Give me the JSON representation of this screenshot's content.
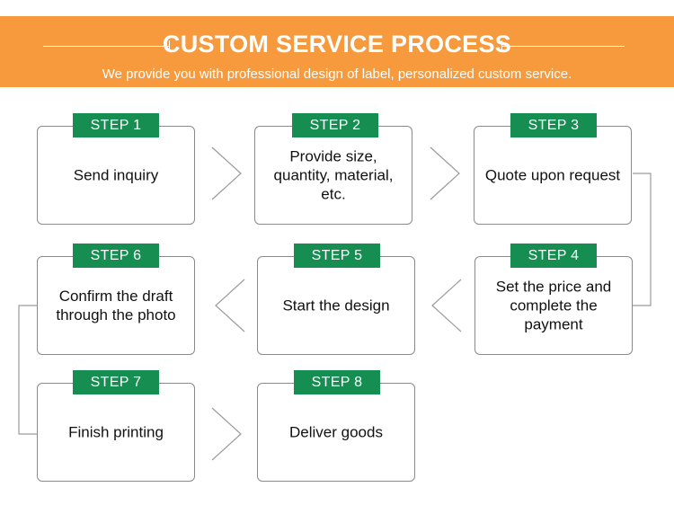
{
  "header": {
    "title": "CUSTOM SERVICE PROCESS",
    "subtitle": "We provide you with professional design of label, personalized custom service."
  },
  "steps": [
    {
      "badge": "STEP 1",
      "text": "Send inquiry"
    },
    {
      "badge": "STEP 2",
      "text": "Provide size,\nquantity, material,\netc."
    },
    {
      "badge": "STEP 3",
      "text": "Quote upon request"
    },
    {
      "badge": "STEP 4",
      "text": "Set the price and\ncomplete the\npayment"
    },
    {
      "badge": "STEP 5",
      "text": "Start the design"
    },
    {
      "badge": "STEP 6",
      "text": "Confirm the draft\nthrough the photo"
    },
    {
      "badge": "STEP 7",
      "text": "Finish printing"
    },
    {
      "badge": "STEP 8",
      "text": "Deliver goods"
    }
  ],
  "colors": {
    "banner": "#f79a3e",
    "badge": "#168e52",
    "border": "#8a8a8a",
    "arrow": "#9a9a9a"
  }
}
